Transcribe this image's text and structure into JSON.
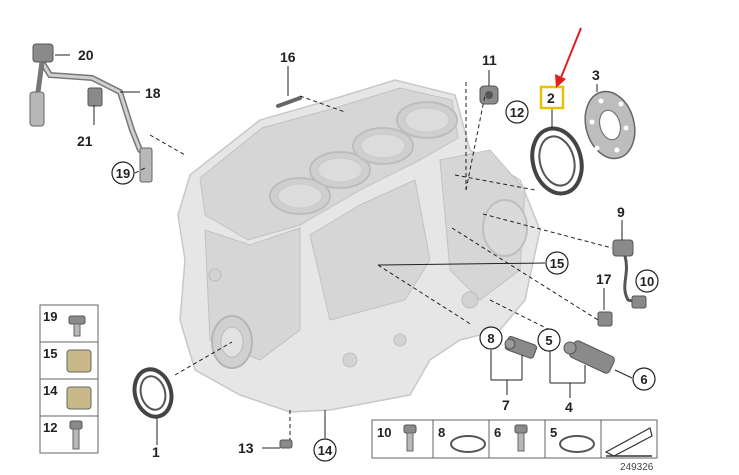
{
  "callouts": {
    "c1": "1",
    "c2": "2",
    "c3": "3",
    "c4": "4",
    "c5": "5",
    "c6": "6",
    "c7": "7",
    "c8": "8",
    "c9": "9",
    "c10": "10",
    "c11": "11",
    "c12": "12",
    "c13": "13",
    "c14": "14",
    "c15": "15",
    "c16": "16",
    "c17": "17",
    "c18": "18",
    "c19": "19",
    "c20": "20",
    "c21": "21"
  },
  "legend_left": [
    "19",
    "15",
    "14",
    "12"
  ],
  "legend_bottom": [
    "10",
    "8",
    "6",
    "5"
  ],
  "diagram_id": "249326",
  "colors": {
    "highlight_box": "#e8c200",
    "arrow": "#e02020"
  }
}
